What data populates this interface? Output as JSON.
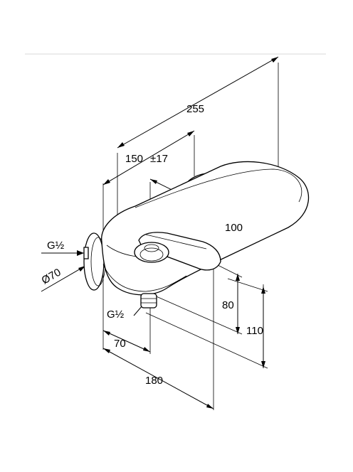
{
  "dimensions": {
    "d255": "255",
    "d150": "150",
    "d150_tol": "±17",
    "d100": "100",
    "d80": "80",
    "d110": "110",
    "d70": "70",
    "d180": "180",
    "thread_wall": "G½",
    "thread_outlet": "G½",
    "rosette": "Ø70"
  },
  "colors": {
    "line": "#000000",
    "rule": "#d9d9d9",
    "background": "#ffffff"
  }
}
